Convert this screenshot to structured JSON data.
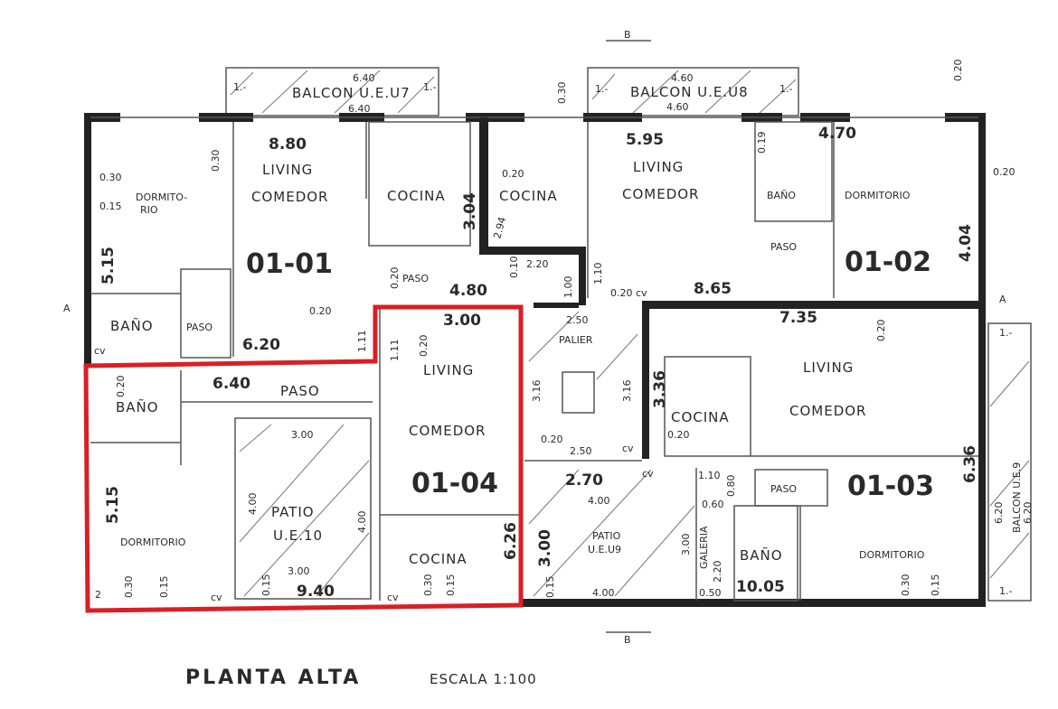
{
  "title": "PLANTA ALTA",
  "scale": "ESCALA 1:100",
  "highlight_color": "#d91f26",
  "section_marks": {
    "top": "B",
    "bottom": "B",
    "left": "A",
    "right": "A"
  },
  "balcon_u7": {
    "label": "BALCON U.E.U7",
    "dim_top": "6.40",
    "dim_bottom": "6.40",
    "side_left": "1.-",
    "side_right": "1.-"
  },
  "balcon_u8": {
    "label": "BALCON U.E.U8",
    "dim_top": "4.60",
    "dim_bottom": "4.60",
    "side_left": "1.-",
    "side_right": "1.-"
  },
  "balcon_u9": {
    "label": "BALCON U.E.9",
    "dim_a": "6.20",
    "dim_b": "6.20",
    "side_top": "1.-",
    "side_bottom": "1.-"
  },
  "u0101": {
    "id": "01-01",
    "area": "8.80",
    "living": "LIVING",
    "comedor": "COMEDOR",
    "cocina": "COCINA",
    "dormitorio": "DORMITO-",
    "dormitorio2": "RIO",
    "bano": "BAÑO",
    "paso": "PASO",
    "paso2": "PASO",
    "dim_515": "5.15",
    "dim_030": "0.30",
    "dim_015": "0.15",
    "dim_030b": "0.30",
    "dim_620": "6.20",
    "dim_111": "1.11",
    "dim_020": "0.20",
    "dim_304": "3.04",
    "dim_480": "4.80",
    "dim_020b": "0.20",
    "cv": "cv"
  },
  "u0102": {
    "id": "01-02",
    "area": "5.95",
    "living": "LIVING",
    "comedor": "COMEDOR",
    "cocina": "COCINA",
    "bano": "BAÑO",
    "paso": "PASO",
    "dormitorio": "DORMITORIO",
    "dim_470": "4.70",
    "dim_404": "4.04",
    "dim_865": "8.65",
    "dim_020": "0.20",
    "dim_020b": "0.20",
    "dim_030": "0.30",
    "dim_019": "0.19",
    "dim_020c": "0.20 cv",
    "dim_110": "1.10",
    "dim_220": "2.20",
    "dim_294": "2.94",
    "dim_100": "1.00",
    "dim_010": "0.10"
  },
  "u0103": {
    "id": "01-03",
    "area": "10.05",
    "living": "LIVING",
    "comedor": "COMEDOR",
    "cocina": "COCINA",
    "paso": "PASO",
    "bano": "BAÑO",
    "dormitorio": "DORMITORIO",
    "galeria": "GALERIA",
    "dim_735": "7.35",
    "dim_336": "3.36",
    "dim_636": "6.36",
    "dim_020": "0.20",
    "dim_020b": "0.20",
    "dim_110": "1.10",
    "dim_080": "0.80",
    "dim_060": "0.60",
    "dim_220": "2.20",
    "dim_050": "0.50",
    "dim_030": "0.30",
    "dim_015": "0.15",
    "cv": "cv"
  },
  "u0104": {
    "id": "01-04",
    "area": "9.40",
    "living": "LIVING",
    "comedor": "COMEDOR",
    "cocina": "COCINA",
    "bano": "BAÑO",
    "paso": "PASO",
    "dormitorio": "DORMITORIO",
    "dim_300": "3.00",
    "dim_640": "6.40",
    "dim_515": "5.15",
    "dim_626": "6.26",
    "dim_111": "1.11",
    "dim_020": "0.20",
    "dim_020b": "0.20",
    "dim_030": "0.30",
    "dim_015": "0.15",
    "dim_030b": "0.30",
    "dim_015b": "0.15",
    "dim_015c": "0.15",
    "dim_2": "2",
    "cv": "cv",
    "cv2": "cv",
    "cv3": "cv"
  },
  "patio_u10": {
    "label": "PATIO",
    "label2": "U.E.10",
    "dim_top": "3.00",
    "dim_bottom": "3.00",
    "dim_left": "4.00",
    "dim_right": "4.00"
  },
  "patio_u9": {
    "label": "PATIO",
    "label2": "U.E.U9",
    "dim_top": "4.00",
    "dim_bottom": "4.00",
    "dim_left": "3.00",
    "dim_right": "3.00",
    "dim_270": "2.70",
    "dim_015": "0.15"
  },
  "palier": {
    "label": "PALIER",
    "dim_250": "2.50",
    "dim_250b": "2.50",
    "dim_316": "3.16",
    "dim_316b": "3.16",
    "dim_020": "0.20"
  }
}
